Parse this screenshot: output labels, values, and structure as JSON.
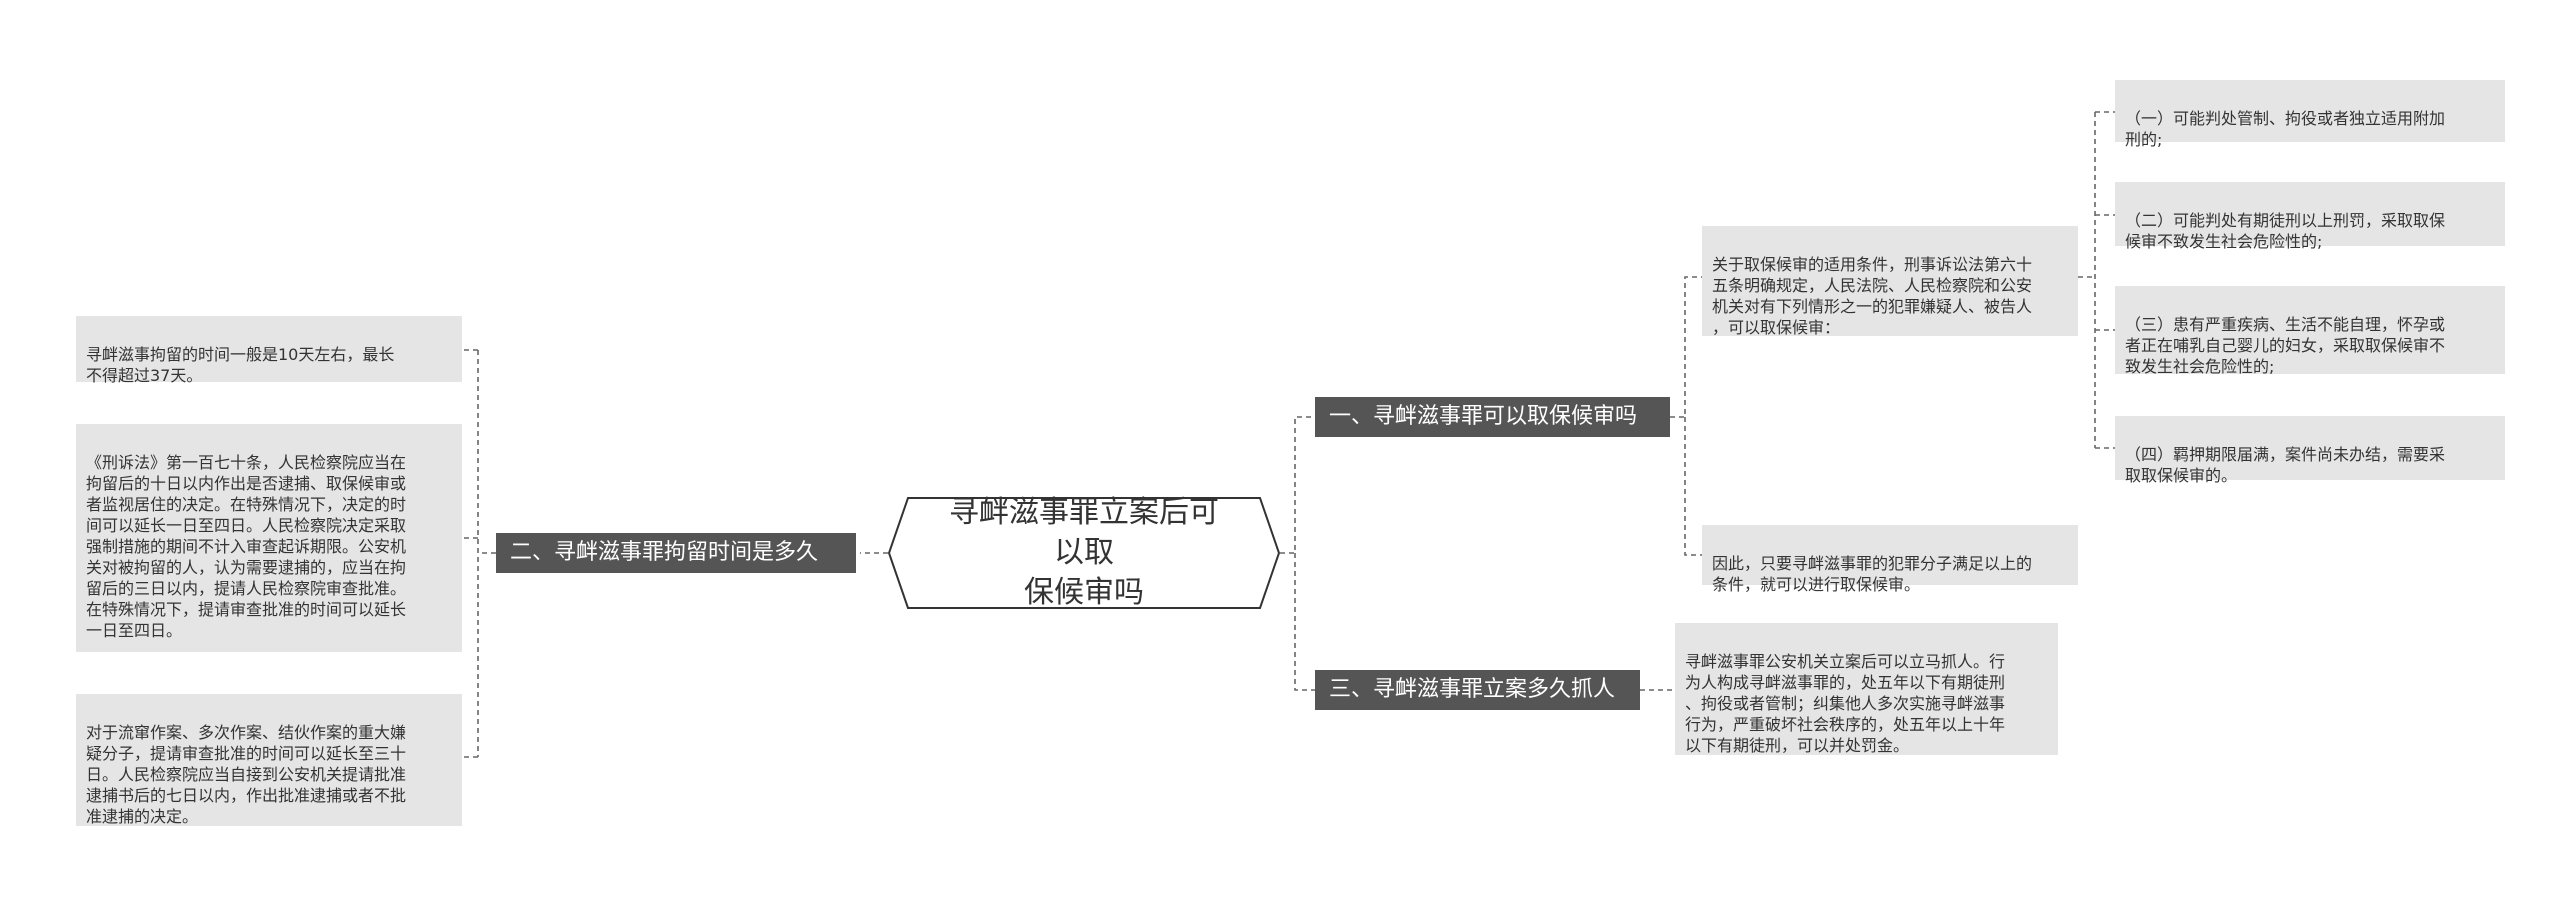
{
  "root": {
    "title": "寻衅滋事罪立案后可以取\n保候审吗"
  },
  "branches": {
    "b1": "一、寻衅滋事罪可以取保候审吗",
    "b2": "二、寻衅滋事罪拘留时间是多久",
    "b3": "三、寻衅滋事罪立案多久抓人"
  },
  "b1_children": {
    "conditions": "关于取保候审的适用条件，刑事诉讼法第六十\n五条明确规定，人民法院、人民检察院和公安\n机关对有下列情形之一的犯罪嫌疑人、被告人\n，可以取保候审：",
    "conclusion": "因此，只要寻衅滋事罪的犯罪分子满足以上的\n条件，就可以进行取保候审。"
  },
  "conditions_list": [
    "（一）可能判处管制、拘役或者独立适用附加\n刑的;",
    "（二）可能判处有期徒刑以上刑罚，采取取保\n候审不致发生社会危险性的;",
    "（三）患有严重疾病、生活不能自理，怀孕或\n者正在哺乳自己婴儿的妇女，采取取保候审不\n致发生社会危险性的;",
    "（四）羁押期限届满，案件尚未办结，需要采\n取取保候审的。"
  ],
  "b2_children": [
    "寻衅滋事拘留的时间一般是10天左右，最长\n不得超过37天。",
    "《刑诉法》第一百七十条，人民检察院应当在\n拘留后的十日以内作出是否逮捕、取保候审或\n者监视居住的决定。在特殊情况下，决定的时\n间可以延长一日至四日。人民检察院决定采取\n强制措施的期间不计入审查起诉期限。公安机\n关对被拘留的人，认为需要逮捕的，应当在拘\n留后的三日以内，提请人民检察院审查批准。\n在特殊情况下，提请审查批准的时间可以延长\n一日至四日。",
    "对于流窜作案、多次作案、结伙作案的重大嫌\n疑分子，提请审查批准的时间可以延长至三十\n日。人民检察院应当自接到公安机关提请批准\n逮捕书后的七日以内，作出批准逮捕或者不批\n准逮捕的决定。"
  ],
  "b3_children": [
    "寻衅滋事罪公安机关立案后可以立马抓人。行\n为人构成寻衅滋事罪的，处五年以下有期徒刑\n、拘役或者管制；纠集他人多次实施寻衅滋事\n行为，严重破坏社会秩序的，处五年以上十年\n以下有期徒刑，可以并处罚金。"
  ]
}
